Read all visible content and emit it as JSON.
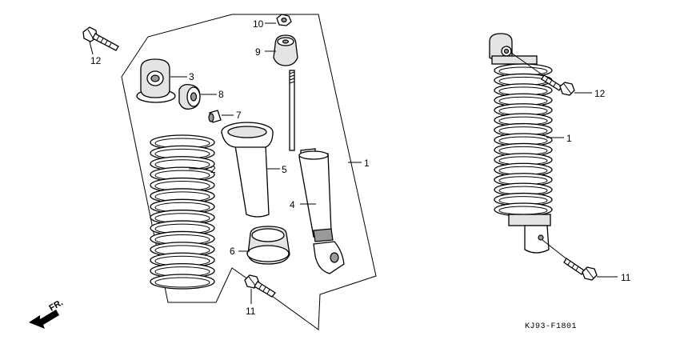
{
  "diagram": {
    "callouts": {
      "c1_main": "1",
      "c1_side": "1",
      "c2": "2",
      "c3": "3",
      "c4": "4",
      "c5": "5",
      "c6": "6",
      "c7": "7",
      "c8": "8",
      "c9": "9",
      "c10": "10",
      "c11_main": "11",
      "c11_side": "11",
      "c12_main": "12",
      "c12_side": "12"
    },
    "direction_label": "FR.",
    "figure_code": "KJ93-F1801"
  }
}
